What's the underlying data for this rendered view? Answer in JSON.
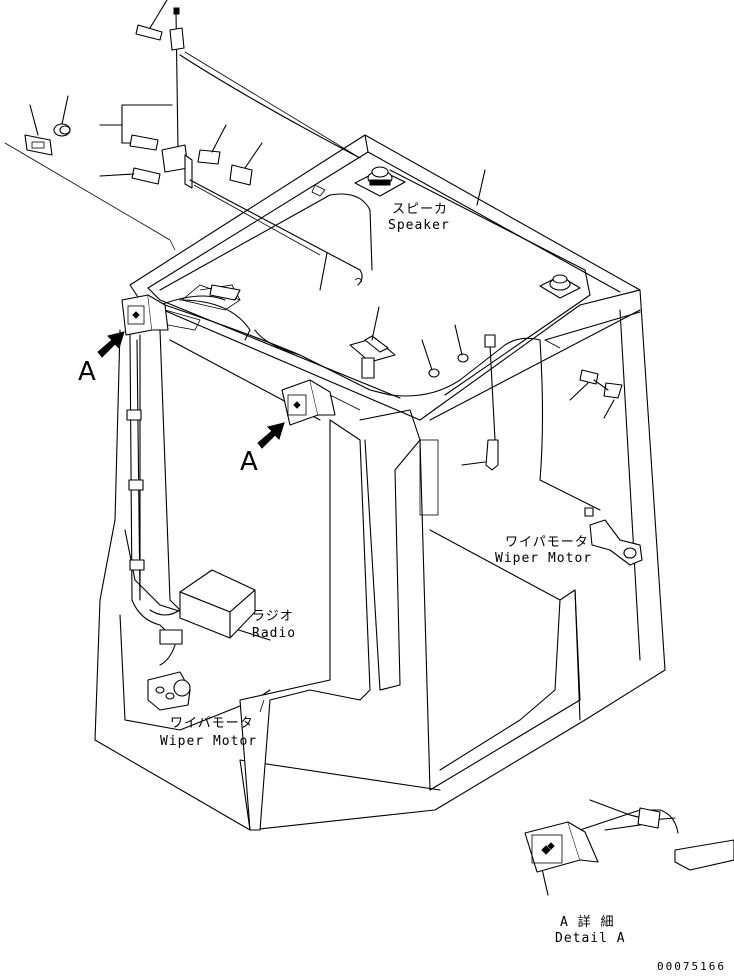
{
  "labels": {
    "speaker_jp": "スピーカ",
    "speaker_en": "Speaker",
    "wiper_motor_right_jp": "ワイパモータ",
    "wiper_motor_right_en": "Wiper Motor",
    "radio_jp": "ラジオ",
    "radio_en": "Radio",
    "wiper_motor_left_jp": "ワイパモータ",
    "wiper_motor_left_en": "Wiper Motor",
    "view_a_left": "A",
    "view_a_center": "A",
    "detail_a_jp": "A 詳 細",
    "detail_a_en": "Detail A",
    "drawing_id": "00075166"
  },
  "icons": [
    "view-arrow-icon",
    "lamp-symbol-icon"
  ]
}
